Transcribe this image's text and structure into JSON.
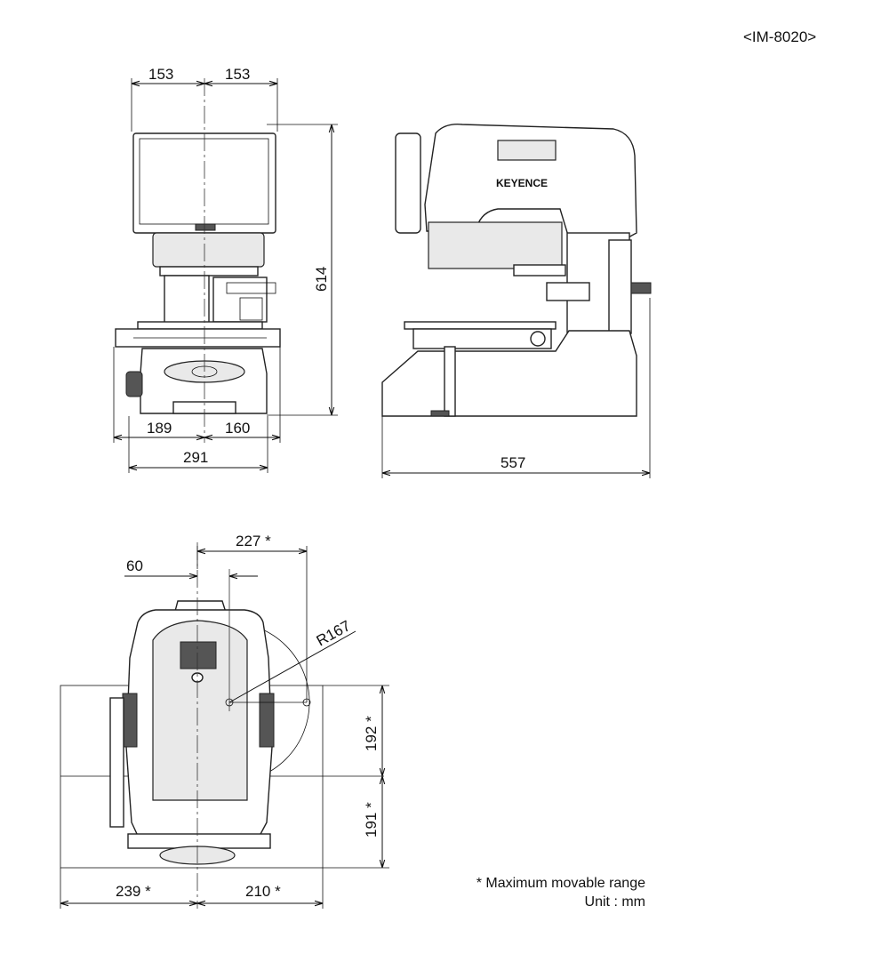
{
  "model": "<IM-8020>",
  "front_view": {
    "dim_top_left": "153",
    "dim_top_right": "153",
    "dim_height": "614",
    "dim_bottom_left": "189",
    "dim_bottom_right": "160",
    "dim_width": "291"
  },
  "side_view": {
    "brand": "KEYENCE",
    "dim_depth": "557"
  },
  "top_view": {
    "dim_227": "227 *",
    "dim_60": "60",
    "dim_radius": "R167",
    "dim_192": "192 *",
    "dim_191": "191 *",
    "dim_239": "239 *",
    "dim_210": "210 *"
  },
  "notes": {
    "range_note": "* Maximum movable range",
    "unit_note": "Unit : mm"
  }
}
